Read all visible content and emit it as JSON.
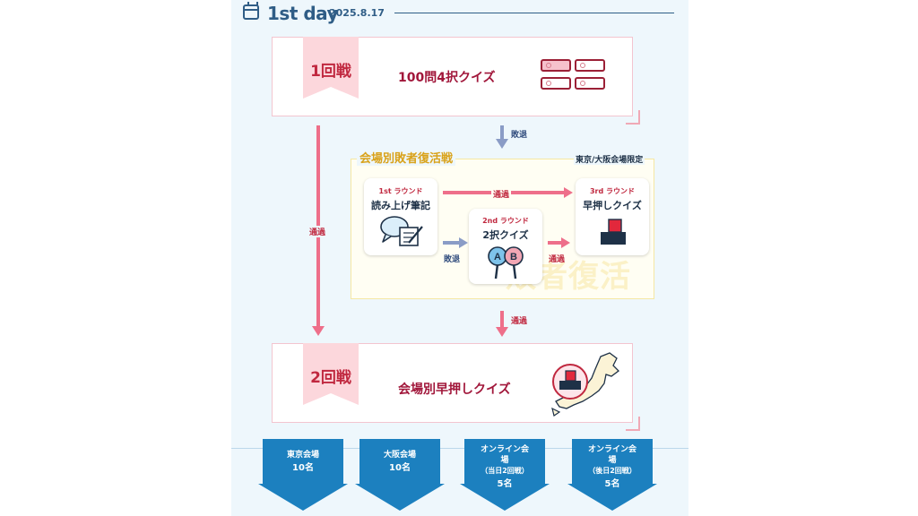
{
  "header": {
    "title": "1st day",
    "date": "2025.8.17"
  },
  "round1": {
    "tag": "1回戦",
    "title": "100問4択クイズ"
  },
  "round2": {
    "tag": "2回戦",
    "title": "会場別早押しクイズ"
  },
  "flow": {
    "pass": "通過",
    "lose": "敗退"
  },
  "revival": {
    "title": "会場別敗者復活戦",
    "note": "東京/大阪会場限定",
    "watermark": "敗者復活",
    "rounds": [
      {
        "round": "1st ラウンド",
        "title": "読み上げ筆記"
      },
      {
        "round": "2nd ラウンド",
        "title": "2択クイズ"
      },
      {
        "round": "3rd ラウンド",
        "title": "早押しクイズ"
      }
    ]
  },
  "venues": [
    {
      "name": "東京会場",
      "sub": "",
      "count": "10名"
    },
    {
      "name": "大阪会場",
      "sub": "",
      "count": "10名"
    },
    {
      "name": "オンライン会場",
      "sub": "（当日2回戦）",
      "count": "5名"
    },
    {
      "name": "オンライン会場",
      "sub": "（後日2回戦）",
      "count": "5名"
    }
  ],
  "colors": {
    "pink_arrow": "#ee6f8a",
    "navy_arrow": "#8a9cc6",
    "venue_blue": "#1c80bf",
    "accent": "#c0283f"
  }
}
